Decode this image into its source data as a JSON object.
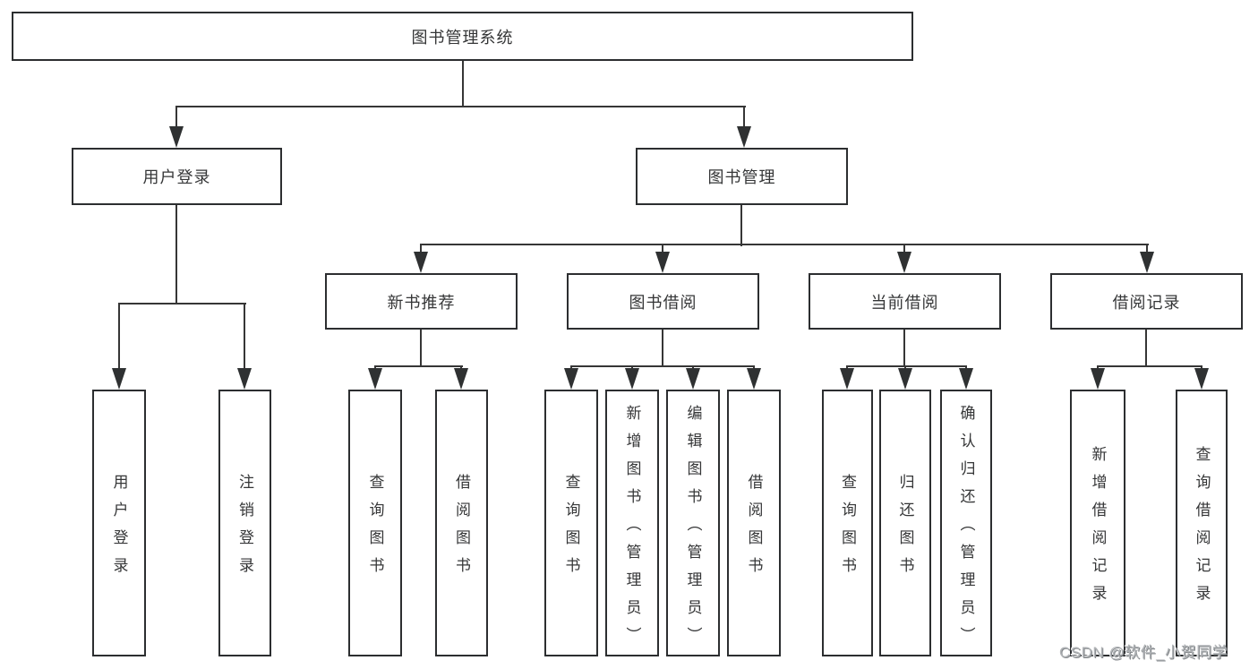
{
  "colors": {
    "background": "#ffffff",
    "line": "#363636",
    "box_border": "#2c2e30",
    "text": "#353637",
    "watermark": "#b0b3b6"
  },
  "nodes": {
    "root": "图书管理系统",
    "user_login": "用户登录",
    "book_mgmt": "图书管理",
    "new_book_rec": "新书推荐",
    "book_borrow": "图书借阅",
    "current_borrow": "当前借阅",
    "borrow_record": "借阅记录"
  },
  "leaves": {
    "user_login": "用户登录",
    "logout": "注销登录",
    "nbr_query": "查询图书",
    "nbr_borrow": "借阅图书",
    "bb_query": "查询图书",
    "bb_add": "新增图书（管理员）",
    "bb_edit": "编辑图书（管理员）",
    "bb_borrow": "借阅图书",
    "cb_query": "查询图书",
    "cb_return": "归还图书",
    "cb_confirm": "确认归还（管理员）",
    "br_add": "新增借阅记录",
    "br_query": "查询借阅记录"
  },
  "watermark": "CSDN @软件_小贺同学"
}
